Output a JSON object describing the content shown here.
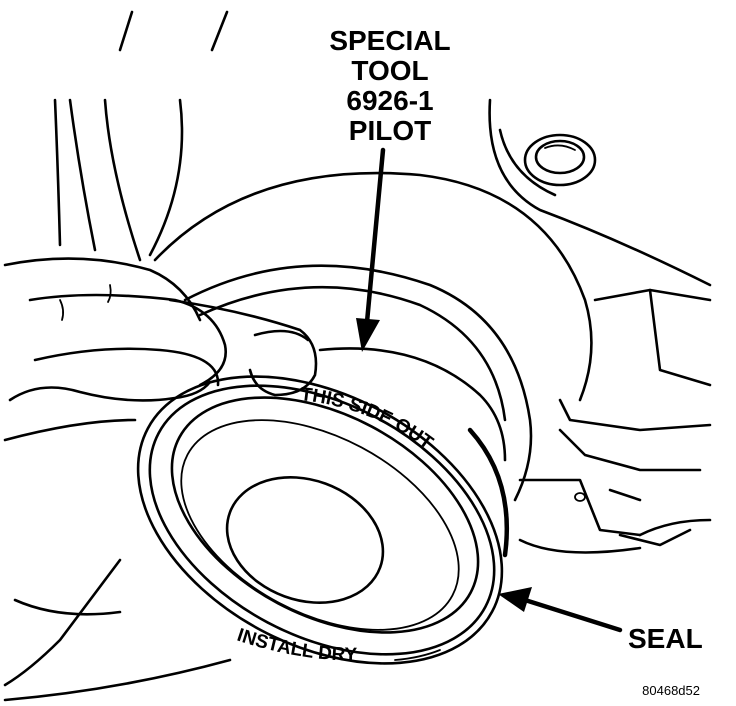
{
  "callouts": {
    "tool_line1": "SPECIAL",
    "tool_line2": "TOOL",
    "tool_line3": "6926-1",
    "tool_line4": "PILOT",
    "seal": "SEAL",
    "this_side_out": "THIS SIDE OUT",
    "install_dry": "INSTALL DRY",
    "figure_id": "80468d52"
  },
  "colors": {
    "ink": "#000000",
    "paper": "#ffffff"
  }
}
